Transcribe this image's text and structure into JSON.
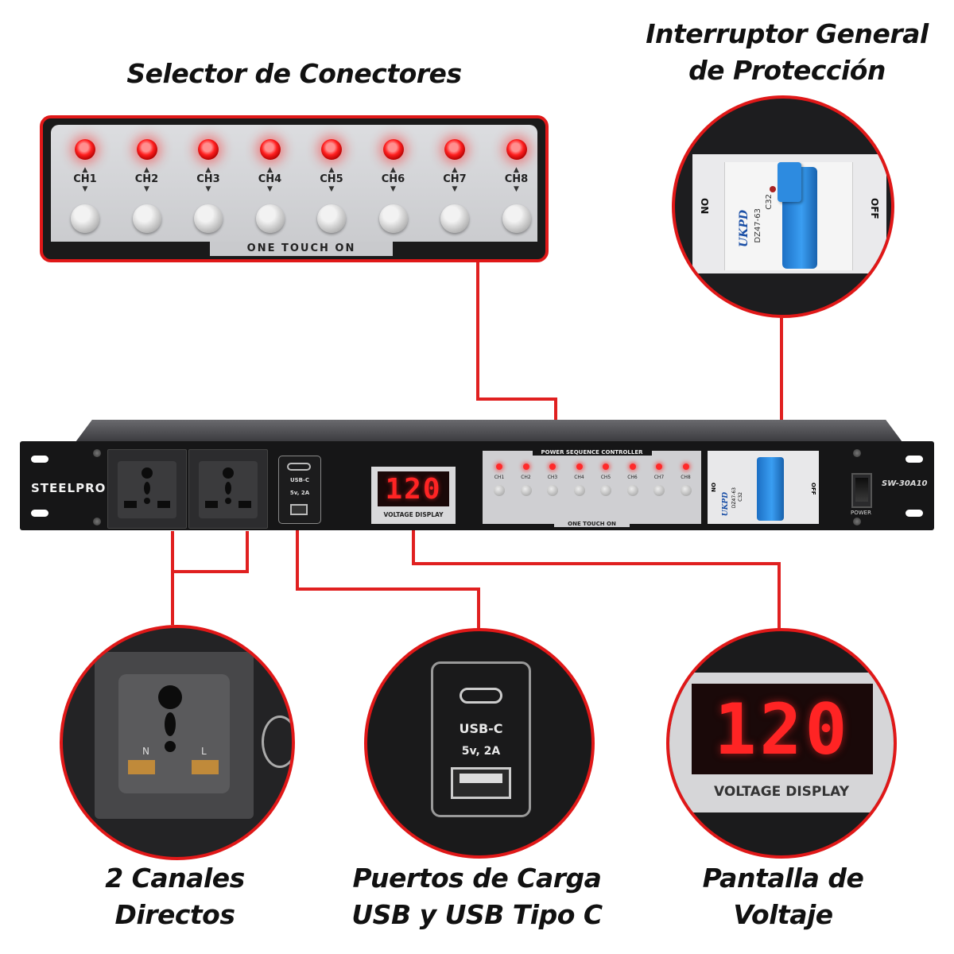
{
  "callouts": {
    "selector": "Selector de Conectores",
    "breaker_line1": "Interruptor General",
    "breaker_line2": "de Protección",
    "outlets_line1": "2 Canales",
    "outlets_line2": "Directos",
    "usb_line1": "Puertos de Carga",
    "usb_line2": "USB y USB Tipo C",
    "voltage_line1": "Pantalla de",
    "voltage_line2": "Voltaje"
  },
  "selector_panel": {
    "channels": [
      "CH1",
      "CH2",
      "CH3",
      "CH4",
      "CH5",
      "CH6",
      "CH7",
      "CH8"
    ],
    "one_touch": "ONE TOUCH ON"
  },
  "breaker": {
    "on": "ON",
    "off": "OFF",
    "brand": "UKPD",
    "model": "DZ47-63",
    "rating": "C32"
  },
  "device": {
    "brand": "STEELPRO",
    "usb_c_label": "USB-C",
    "usb_rating": "5v, 2A",
    "voltage": "120",
    "voltage_label": "VOLTAGE DISPLAY",
    "controller_title": "POWER SEQUENCE CONTROLLER",
    "one_touch": "ONE TOUCH ON",
    "power_label": "POWER",
    "model_badge": "SW-30A10"
  },
  "zoom_usb": {
    "usb_c_label": "USB-C",
    "rating": "5v, 2A"
  },
  "zoom_voltage": {
    "value": "120",
    "label": "VOLTAGE DISPLAY"
  },
  "colors": {
    "accent": "#e01818",
    "led": "#ff2020"
  }
}
